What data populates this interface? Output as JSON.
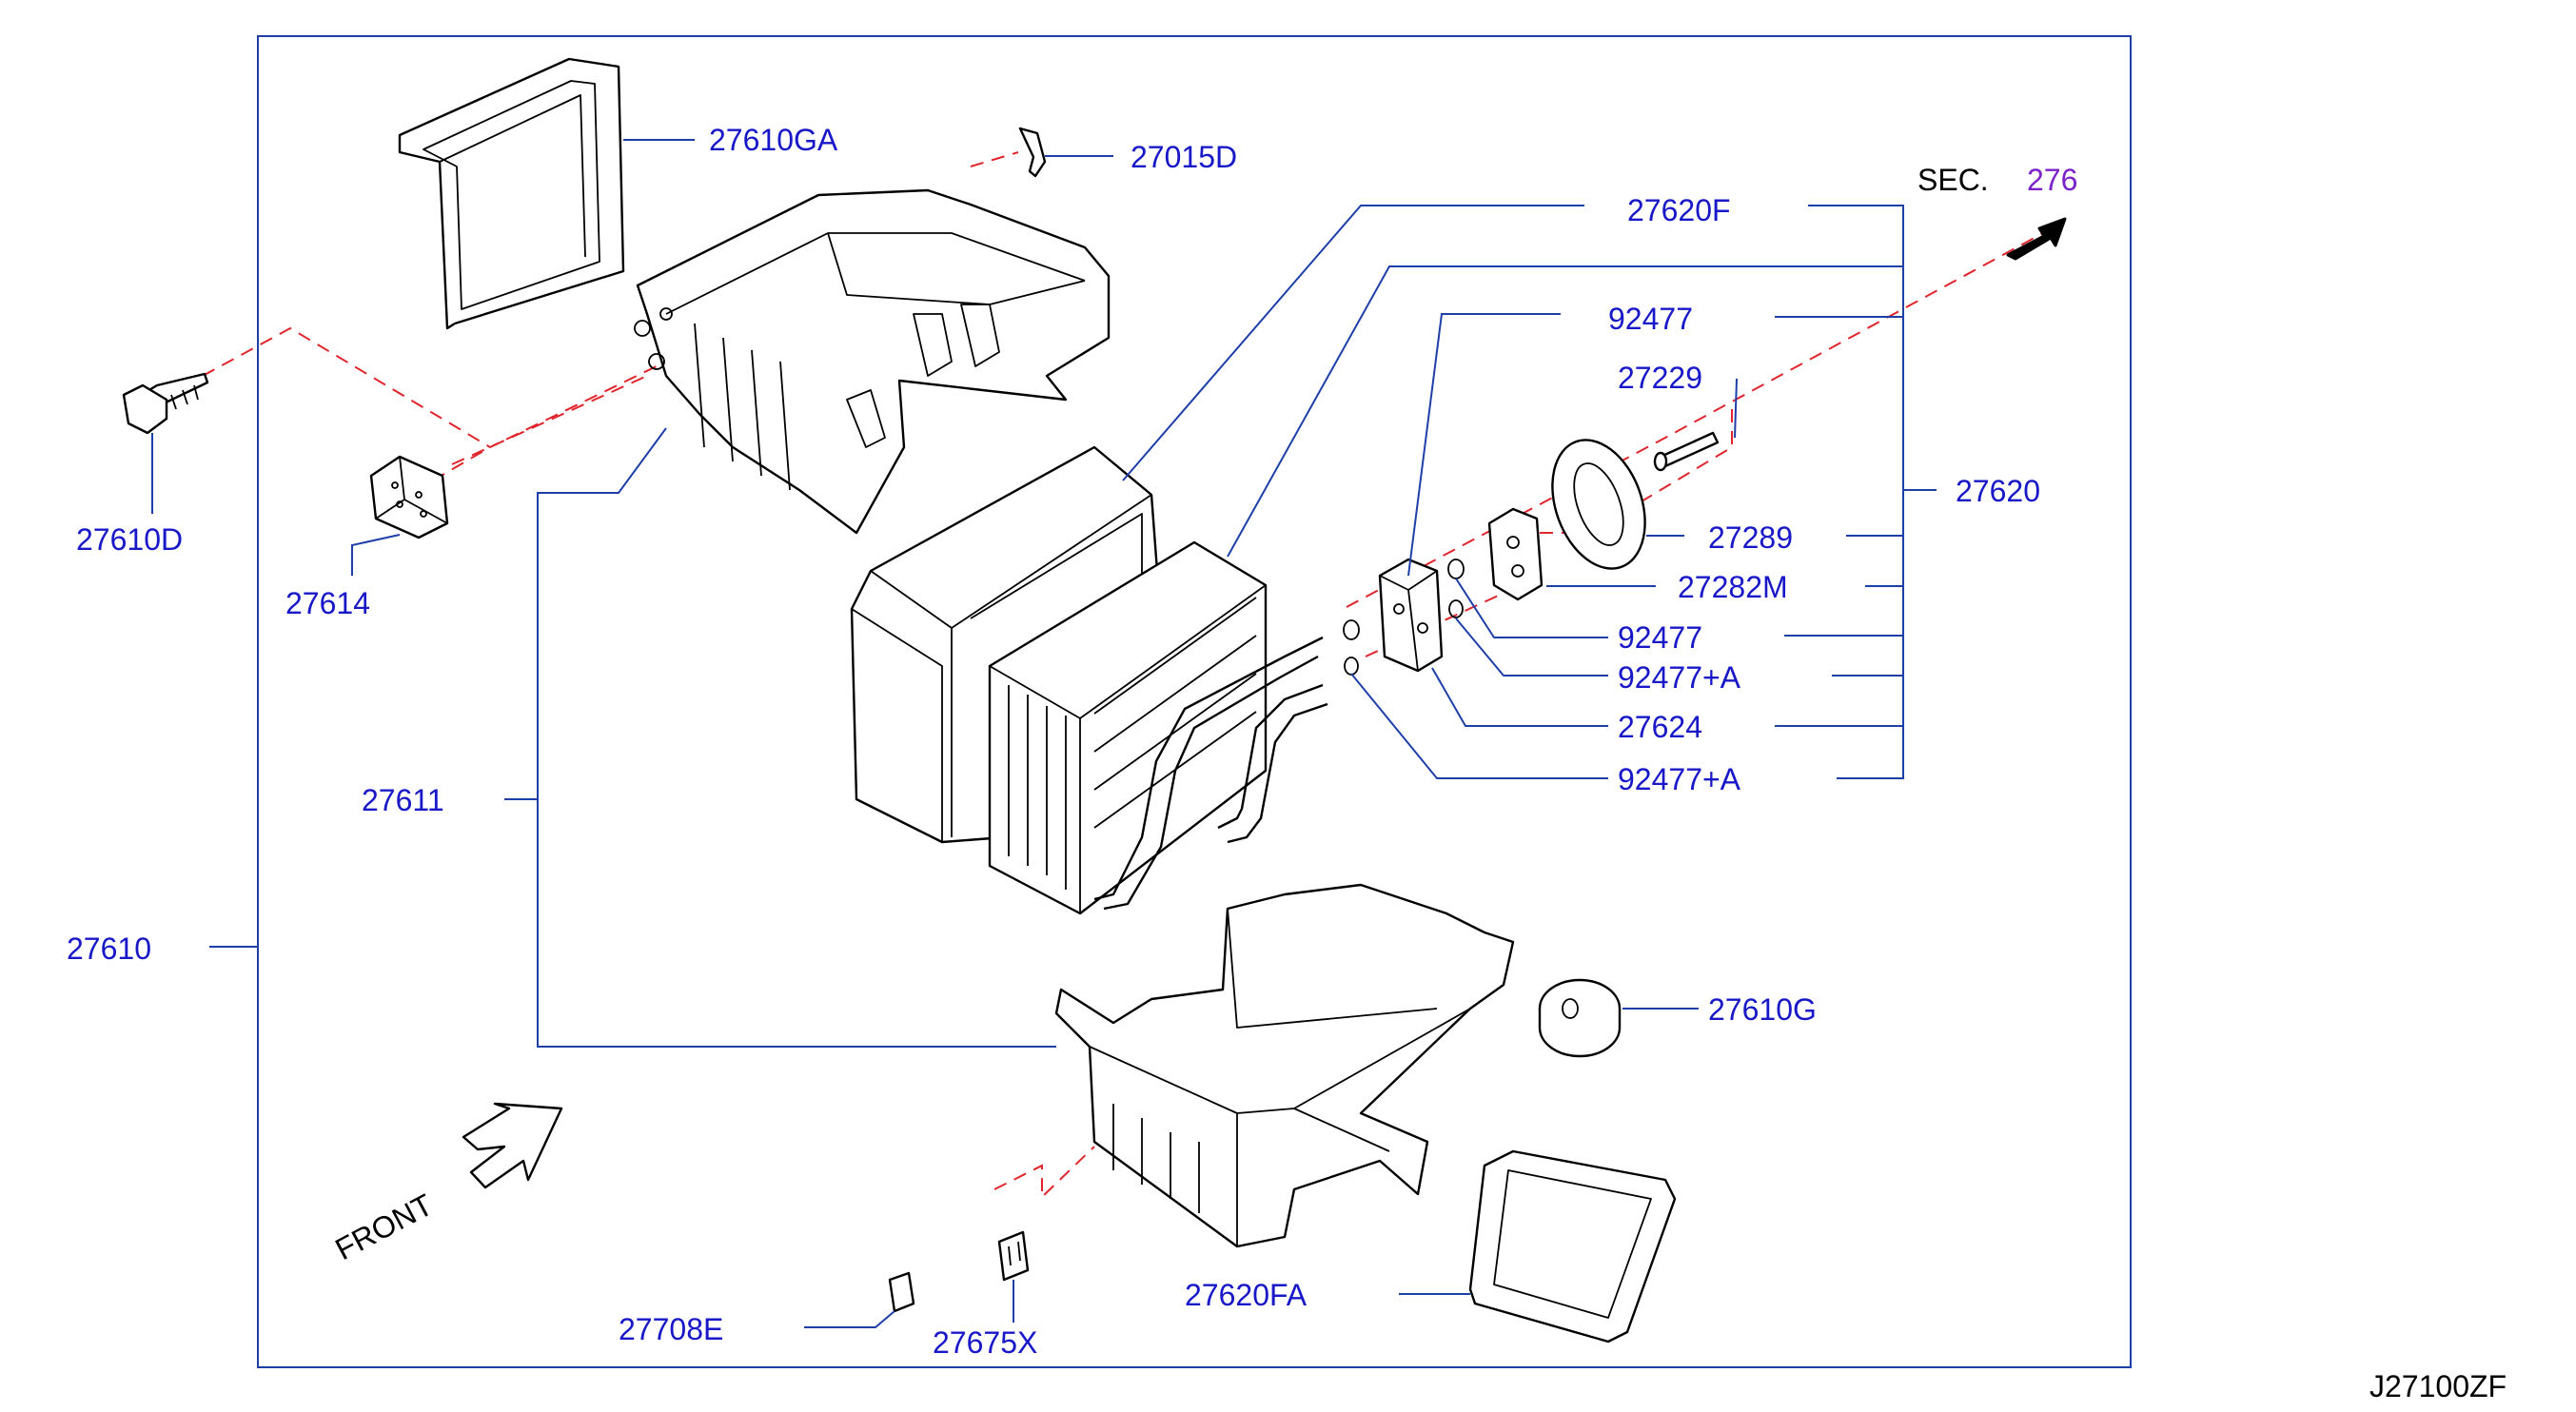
{
  "labels": {
    "l_27610GA": "27610GA",
    "l_27015D": "27015D",
    "l_27620F": "27620F",
    "l_sec": "SEC.",
    "l_sec_num": "276",
    "l_92477_top": "92477",
    "l_27229": "27229",
    "l_27620": "27620",
    "l_27289": "27289",
    "l_27282M": "27282M",
    "l_92477_mid": "92477",
    "l_92477A_1": "92477+A",
    "l_27624": "27624",
    "l_92477A_2": "92477+A",
    "l_27610D": "27610D",
    "l_27614": "27614",
    "l_27611": "27611",
    "l_27610": "27610",
    "l_27610G": "27610G",
    "l_27620FA": "27620FA",
    "l_27708E": "27708E",
    "l_27675X": "27675X",
    "l_front": "FRONT",
    "l_diagram_id": "J27100ZF"
  },
  "colors": {
    "part_number": "#1818c8",
    "leader_line": "#1e3fa8",
    "hidden_line": "#e0262c",
    "section_link": "#7b22c8",
    "outline": "#000000"
  }
}
